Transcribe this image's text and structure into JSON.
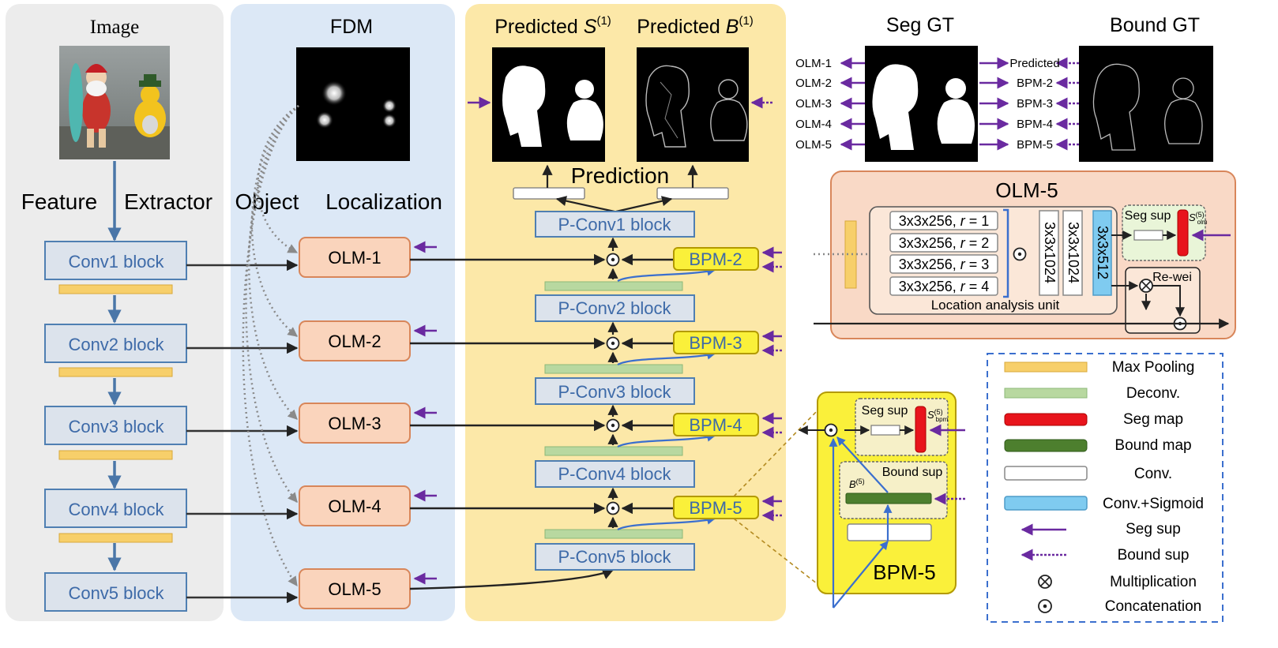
{
  "panels": {
    "image": "Image",
    "fdm": "FDM",
    "pred_s": "Predicted ",
    "pred_s_var": "S",
    "pred_b": "Predicted ",
    "pred_b_var": "B",
    "pred_sup": "(1)",
    "seg_gt": "Seg GT",
    "bound_gt": "Bound GT"
  },
  "stages": {
    "feature_extractor": [
      "Feature",
      "Extractor"
    ],
    "object_localization": [
      "Object",
      "Localization"
    ],
    "prediction": "Prediction"
  },
  "conv_blocks": [
    "Conv1 block",
    "Conv2 block",
    "Conv3 block",
    "Conv4 block",
    "Conv5 block"
  ],
  "olm_blocks": [
    "OLM-1",
    "OLM-2",
    "OLM-3",
    "OLM-4",
    "OLM-5"
  ],
  "pconv_blocks": [
    "P-Conv1 block",
    "P-Conv2 block",
    "P-Conv3 block",
    "P-Conv4 block",
    "P-Conv5 block"
  ],
  "bpm_blocks": [
    "BPM-2",
    "BPM-3",
    "BPM-4",
    "BPM-5"
  ],
  "gt_left_labels": [
    "OLM-1",
    "OLM-2",
    "OLM-3",
    "OLM-4",
    "OLM-5"
  ],
  "gt_right_labels": [
    "Predicted",
    "BPM-2",
    "BPM-3",
    "BPM-4",
    "BPM-5"
  ],
  "olm5_detail": {
    "title": "OLM-5",
    "convs": [
      {
        "text": "3x3x256, ",
        "var": "r",
        "val": " = 1"
      },
      {
        "text": "3x3x256, ",
        "var": "r",
        "val": " = 2"
      },
      {
        "text": "3x3x256, ",
        "var": "r",
        "val": " = 3"
      },
      {
        "text": "3x3x256, ",
        "var": "r",
        "val": " = 4"
      }
    ],
    "vertical_convs": [
      "3x3x1024",
      "3x3x1024",
      "3x3x512"
    ],
    "unit_label": "Location analysis unit",
    "seg_sup": "Seg sup",
    "sub_s": "S",
    "sub_sup": "(5)",
    "sub_olm": "olm",
    "rewei": "Re-wei"
  },
  "bpm5_detail": {
    "title": "BPM-5",
    "seg_sup": "Seg sup",
    "bound_sup": "Bound sup",
    "b_var": "B",
    "b_sup": "(5)",
    "s_var": "S",
    "s_sup": "(5)",
    "s_sub": "bpm"
  },
  "legend": [
    {
      "label": "Max Pooling",
      "kind": "maxpool",
      "color": "#F7CF6A"
    },
    {
      "label": "Deconv.",
      "kind": "deconv",
      "color": "#B8D8A0"
    },
    {
      "label": "Seg map",
      "kind": "segmap",
      "color": "#E8141C"
    },
    {
      "label": "Bound map",
      "kind": "boundmap",
      "color": "#4D7F2E"
    },
    {
      "label": "Conv.",
      "kind": "conv",
      "color": "#FFFFFF"
    },
    {
      "label": "Conv.+Sigmoid",
      "kind": "convsig",
      "color": "#7FCBF0"
    },
    {
      "label": "Seg sup",
      "kind": "segsup",
      "color": "#6A2AA0"
    },
    {
      "label": "Bound sup",
      "kind": "boundsup",
      "color": "#6A2AA0"
    },
    {
      "label": "Multiplication",
      "kind": "mult",
      "color": "#000000"
    },
    {
      "label": "Concatenation",
      "kind": "concat",
      "color": "#000000"
    }
  ],
  "colors": {
    "image_panel": "#ECECEC",
    "fdm_panel": "#DCE8F6",
    "pred_panel": "#FCE8A8",
    "olm_fill": "#FAD4BC",
    "olm_stroke": "#D8865A",
    "conv_fill": "#DCE3EC",
    "conv_stroke": "#4F7FB2",
    "bpm_fill": "#FAF03A",
    "bpm_stroke": "#B39A00",
    "olm5_panel": "#F9D9C6",
    "sup_arrow": "#6A2AA0",
    "flow_arrow": "#4A76A8",
    "blue_link": "#3B6FCE"
  }
}
